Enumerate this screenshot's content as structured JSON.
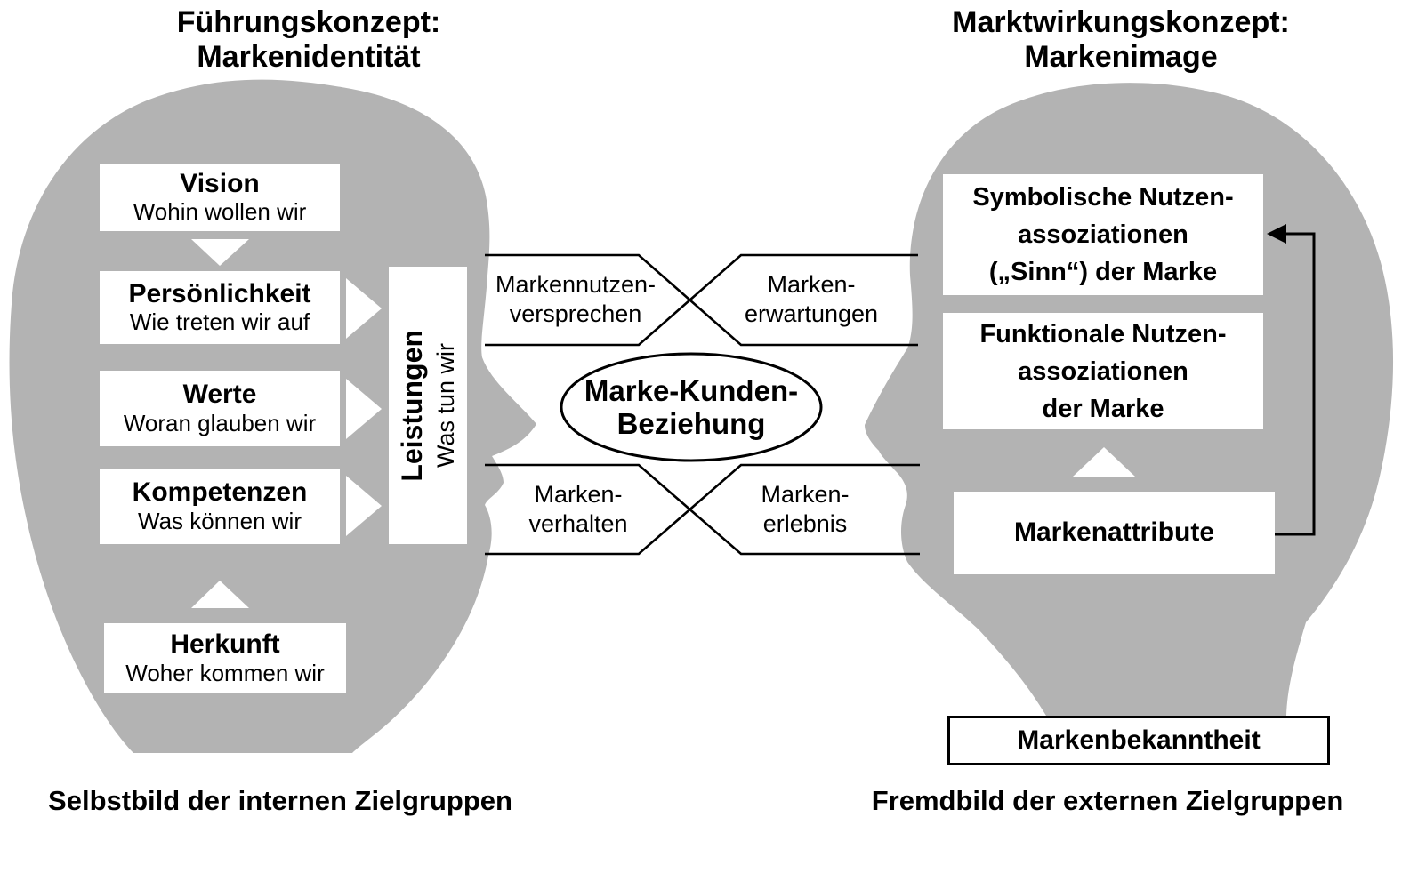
{
  "colors": {
    "head_grey": "#b3b3b3",
    "line": "#000000",
    "box_bg": "#ffffff"
  },
  "header": {
    "left_title_line1": "Führungskonzept:",
    "left_title_line2": "Markenidentität",
    "right_title_line1": "Marktwirkungskonzept:",
    "right_title_line2": "Markenimage"
  },
  "identity": {
    "boxes": [
      {
        "title": "Vision",
        "subtitle": "Wohin wollen wir"
      },
      {
        "title": "Persönlichkeit",
        "subtitle": "Wie treten wir auf"
      },
      {
        "title": "Werte",
        "subtitle": "Woran glauben wir"
      },
      {
        "title": "Kompetenzen",
        "subtitle": "Was können wir"
      },
      {
        "title": "Herkunft",
        "subtitle": "Woher kommen wir"
      }
    ],
    "leistungen": {
      "title": "Leistungen",
      "subtitle": "Was tun wir"
    },
    "caption": "Selbstbild der internen Zielgruppen"
  },
  "exchange": {
    "top_left": {
      "line1": "Markennutzen-",
      "line2": "versprechen"
    },
    "top_right": {
      "line1": "Marken-",
      "line2": "erwartungen"
    },
    "bottom_left": {
      "line1": "Marken-",
      "line2": "verhalten"
    },
    "bottom_right": {
      "line1": "Marken-",
      "line2": "erlebnis"
    },
    "ellipse": {
      "line1": "Marke-Kunden-",
      "line2": "Beziehung"
    }
  },
  "image": {
    "boxes": {
      "symbolic": {
        "line1": "Symbolische Nutzen-",
        "line2": "assoziationen",
        "line3": "(„Sinn“) der Marke"
      },
      "functional": {
        "line1": "Funktionale Nutzen-",
        "line2": "assoziationen",
        "line3": "der Marke"
      },
      "attributes": "Markenattribute",
      "awareness": "Markenbekanntheit"
    },
    "caption": "Fremdbild der externen Zielgruppen"
  }
}
